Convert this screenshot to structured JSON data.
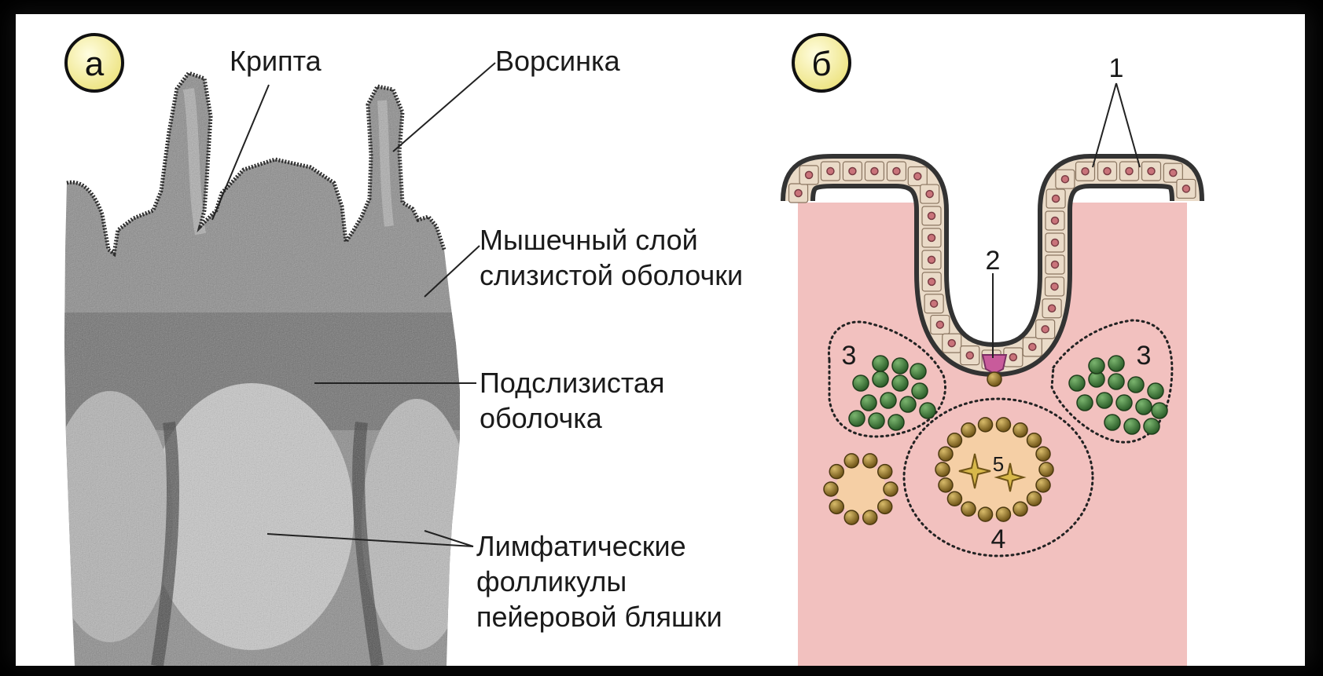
{
  "panel_a": {
    "letter": "а",
    "labels": {
      "crypt": "Крипта",
      "villus": "Ворсинка",
      "muscular_line1": "Мышечный слой",
      "muscular_line2": "слизистой оболочки",
      "submucosa_line1": "Подслизистая",
      "submucosa_line2": "оболочка",
      "follicles_line1": "Лимфатические",
      "follicles_line2": "фолликулы",
      "follicles_line3": "пейеровой бляшки"
    }
  },
  "panel_b": {
    "letter": "б",
    "numbers": {
      "n1": "1",
      "n2": "2",
      "n3_left": "3",
      "n3_right": "3",
      "n4": "4",
      "n5": "5"
    }
  },
  "colors": {
    "badge_fill": "#f6ef9a",
    "tissue_pink": "#f2c1bf",
    "epithelium_cell": "#eadbc8",
    "nucleus": "#c9737a",
    "green_cell": "#3f7a3a",
    "brown_cell": "#9a7b2f",
    "m_cell": "#c85b9b"
  }
}
